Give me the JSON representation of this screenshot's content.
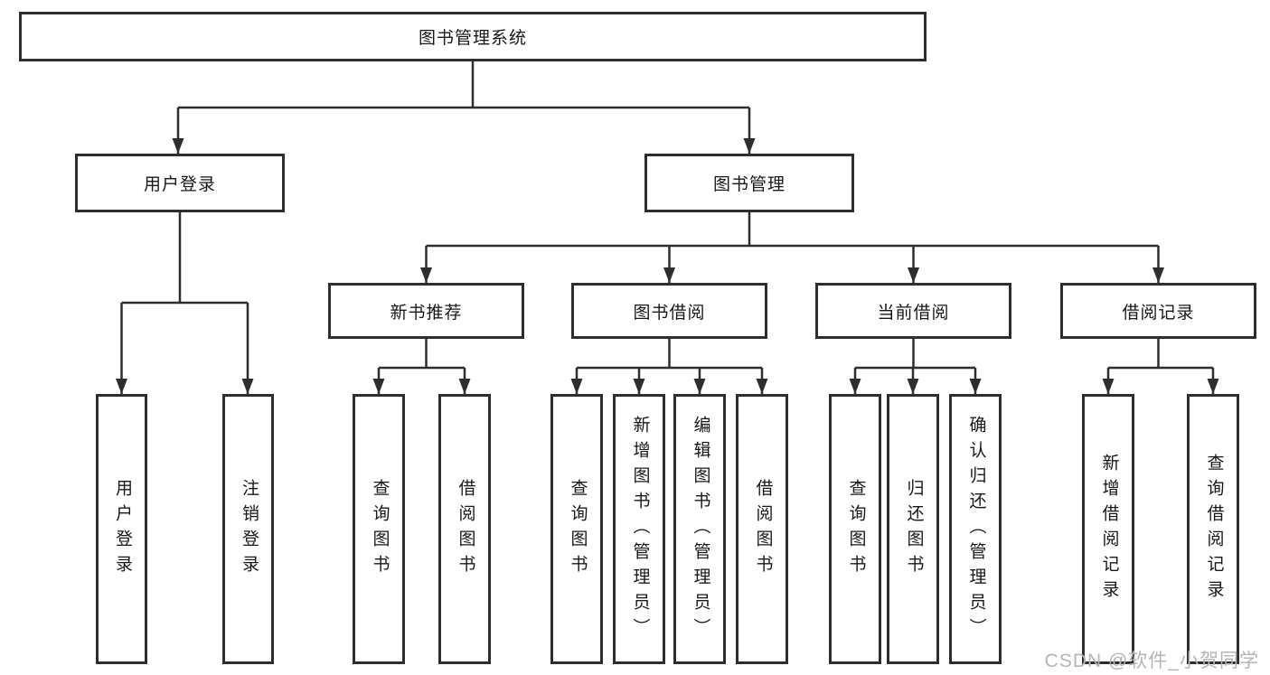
{
  "tree": {
    "label": "图书管理系统",
    "children": [
      {
        "label": "用户登录",
        "children": [
          {
            "label": "用户登录"
          },
          {
            "label": "注销登录"
          }
        ]
      },
      {
        "label": "图书管理",
        "children": [
          {
            "label": "新书推荐",
            "children": [
              {
                "label": "查询图书"
              },
              {
                "label": "借阅图书"
              }
            ]
          },
          {
            "label": "图书借阅",
            "children": [
              {
                "label": "查询图书"
              },
              {
                "label": "新增图书（管理员）"
              },
              {
                "label": "编辑图书（管理员）"
              },
              {
                "label": "借阅图书"
              }
            ]
          },
          {
            "label": "当前借阅",
            "children": [
              {
                "label": "查询图书"
              },
              {
                "label": "归还图书"
              },
              {
                "label": "确认归还（管理员）"
              }
            ]
          },
          {
            "label": "借阅记录",
            "children": [
              {
                "label": "新增借阅记录"
              },
              {
                "label": "查询借阅记录"
              }
            ]
          }
        ]
      }
    ]
  },
  "watermark": {
    "text": "CSDN @软件_小贺同学"
  },
  "colors": {
    "line": "#2e2e2e",
    "box_border": "#2e2e2e",
    "box_background": "#ffffff",
    "text": "#181818",
    "watermark": "#b5b5b5",
    "page_background": "#ffffff"
  }
}
